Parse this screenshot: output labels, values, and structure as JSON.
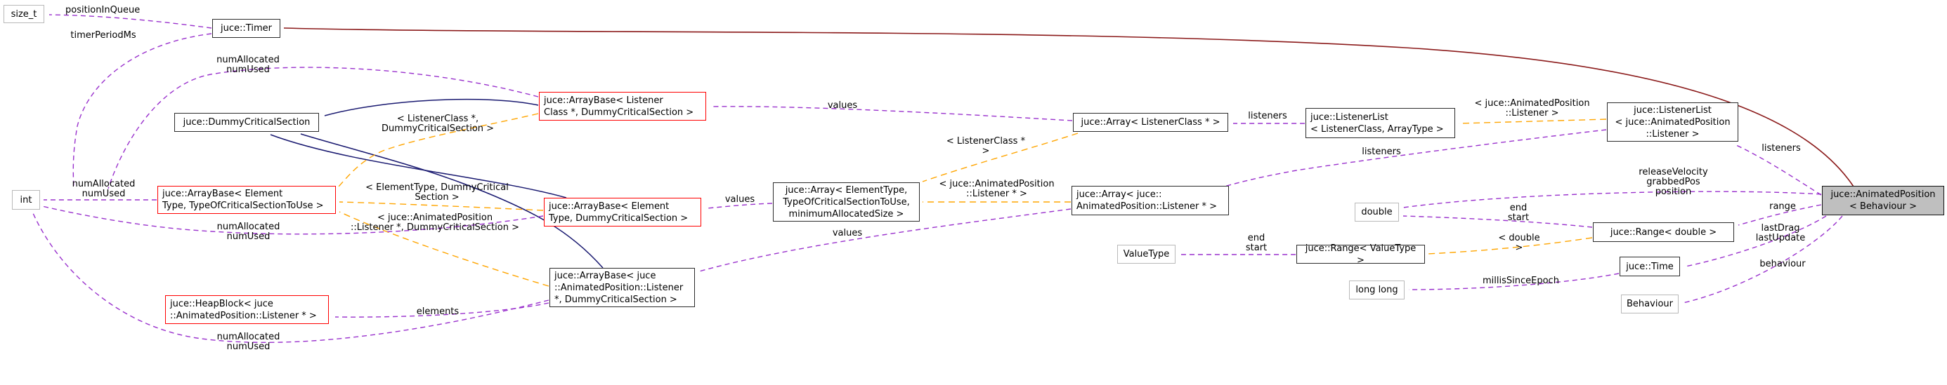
{
  "title": "Collaboration diagram for juce::AnimatedPosition< Behaviour >",
  "colors": {
    "usage": "#9a32cd",
    "template-rel": "#ffa500",
    "inheritance": "#191970",
    "private-inheritance": "#8b1a1a",
    "node-border": "#2b2b2b",
    "external-border": "#b9b9b9",
    "truncated-border": "#ff0000",
    "focus-fill": "#bfbfbf",
    "bg": "#ffffff"
  },
  "nodes": {
    "size_t": {
      "label": "size_t"
    },
    "timer": {
      "label": "juce::Timer"
    },
    "dummy_critical_section": {
      "label": "juce::DummyCriticalSection"
    },
    "arraybase_listenerclass": {
      "label": "juce::ArrayBase< Listener\nClass *, DummyCriticalSection >"
    },
    "int": {
      "label": "int"
    },
    "arraybase_elementtype_tocs": {
      "label": "juce::ArrayBase< Element\nType, TypeOfCriticalSectionToUse >"
    },
    "arraybase_elementtype_dcs": {
      "label": "juce::ArrayBase< Element\nType, DummyCriticalSection >"
    },
    "array_elementtype": {
      "label": "juce::Array< ElementType,\nTypeOfCriticalSectionToUse,\nminimumAllocatedSize >"
    },
    "array_ap_listener": {
      "label": "juce::Array< juce::\nAnimatedPosition::Listener * >"
    },
    "array_listenerclass": {
      "label": "juce::Array< ListenerClass * >"
    },
    "listenerlist_generic": {
      "label": "juce::ListenerList\n< ListenerClass, ArrayType >"
    },
    "listenerlist_ap": {
      "label": "juce::ListenerList\n< juce::AnimatedPosition\n::Listener >"
    },
    "animated_position": {
      "label": "juce::AnimatedPosition\n< Behaviour >"
    },
    "double": {
      "label": "double"
    },
    "range_double": {
      "label": "juce::Range< double >"
    },
    "range_valuetype": {
      "label": "juce::Range< ValueType >"
    },
    "valuetype": {
      "label": "ValueType"
    },
    "long_long": {
      "label": "long long"
    },
    "time": {
      "label": "juce::Time"
    },
    "behaviour": {
      "label": "Behaviour"
    },
    "heapblock": {
      "label": "juce::HeapBlock< juce\n::AnimatedPosition::Listener * >"
    },
    "arraybase_ap_listener": {
      "label": "juce::ArrayBase< juce\n::AnimatedPosition::Listener\n*, DummyCriticalSection >"
    }
  },
  "edge_labels": {
    "position_in_queue": "positionInQueue",
    "timer_period_ms": "timerPeriodMs",
    "num_allocated_top": "numAllocated\nnumUsed",
    "tmpl_listenerclass_dcs": "< ListenerClass *,\nDummyCriticalSection >",
    "values_top": "values",
    "num_allocated_mid": "numAllocated\nnumUsed",
    "tmpl_elementtype_dcs": "< ElementType, DummyCritical\nSection >",
    "tmpl_ap_listener_dcs": "< juce::AnimatedPosition\n::Listener *, DummyCriticalSection >",
    "num_allocated_mid2": "numAllocated\nnumUsed",
    "values_mid": "values",
    "values_low": "values",
    "tmpl_ap_listener_star": "< juce::AnimatedPosition\n::Listener * >",
    "tmpl_listenerclass_star": "< ListenerClass * >",
    "listeners_1": "listeners",
    "tmpl_ap_listener": "< juce::AnimatedPosition\n::Listener >",
    "listeners_2": "listeners",
    "listeners_3": "listeners",
    "release_velocity": "releaseVelocity\ngrabbedPos\nposition",
    "range": "range",
    "end_start_right": "end\nstart",
    "tmpl_double": "< double >",
    "end_start_left": "end\nstart",
    "last_drag": "lastDrag\nlastUpdate",
    "millis_since_epoch": "millisSinceEpoch",
    "behaviour": "behaviour",
    "elements": "elements",
    "num_allocated_bottom": "numAllocated\nnumUsed"
  }
}
